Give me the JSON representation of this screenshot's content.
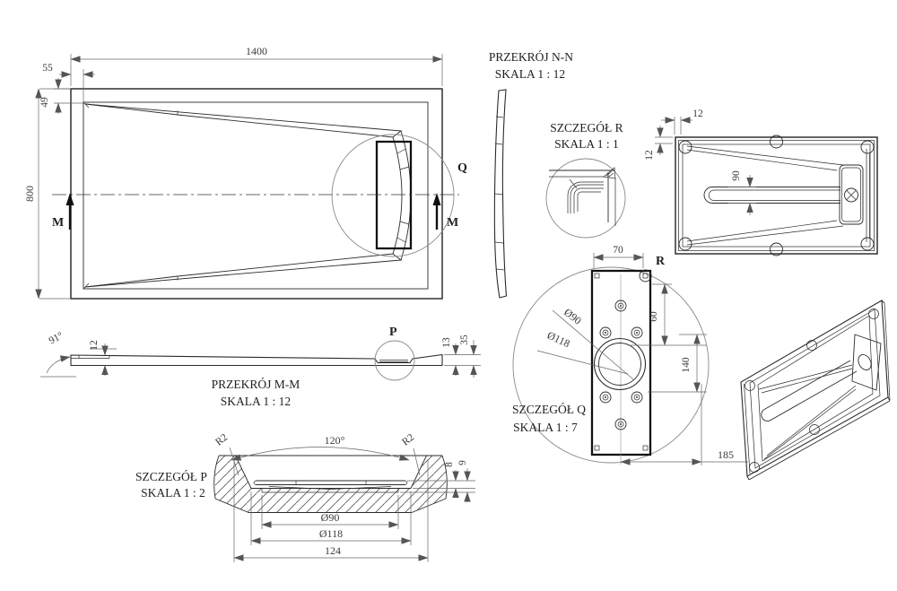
{
  "meta": {
    "type": "technical-drawing",
    "subject": "shower tray manufacturing drawing"
  },
  "colors": {
    "line": "#2b2b2b",
    "bold_line": "#111111",
    "dim_line": "#666666",
    "stipple": "#b4b4b4",
    "background": "#ffffff"
  },
  "plan": {
    "dim_width": "1400",
    "dim_edge": "55",
    "dim_top": "49",
    "dim_height": "800",
    "cut_label_left": "M",
    "cut_label_right": "M",
    "detail_label": "Q"
  },
  "section_mm": {
    "title": "PRZEKRÓJ M-M",
    "scale": "SKALA 1 : 12",
    "angle": "91°",
    "dim_rim": "12",
    "detail_label": "P",
    "dim_thickness": "13",
    "dim_depth": "35"
  },
  "section_nn": {
    "title": "PRZEKRÓJ N-N",
    "scale": "SKALA 1 : 12"
  },
  "detail_r": {
    "title": "SZCZEGÓŁ R",
    "scale": "SKALA 1 : 1"
  },
  "bottom_view": {
    "dim_top": "12",
    "dim_left": "12",
    "dim_slot": "90"
  },
  "detail_q": {
    "title": "SZCZEGÓŁ Q",
    "scale": "SKALA 1 : 7",
    "dim_top": "70",
    "detail_label": "R",
    "dim_a": "60",
    "dim_b": "140",
    "dim_c": "185",
    "dia_inner": "Ø90",
    "dia_outer": "Ø118"
  },
  "detail_p": {
    "title": "SZCZEGÓŁ P",
    "scale": "SKALA 1 : 2",
    "angle": "120°",
    "radius_left": "R2",
    "radius_right": "R2",
    "dim_a": "8",
    "dim_b": "9",
    "dia_inner": "Ø90",
    "dia_outer": "Ø118",
    "dim_width": "124"
  }
}
